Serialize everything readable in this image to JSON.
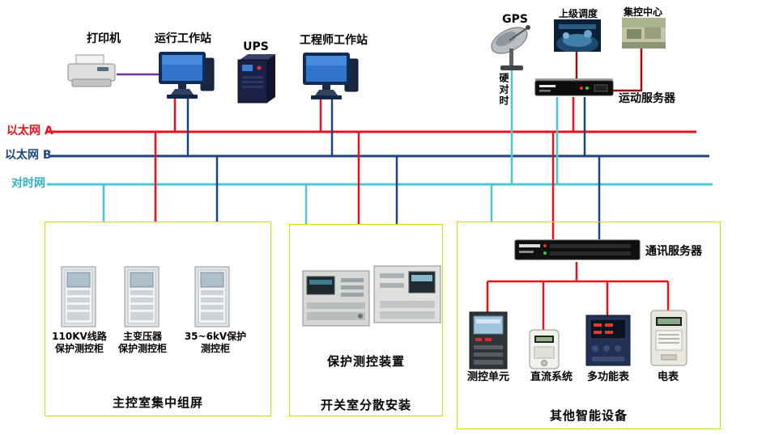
{
  "top": {
    "printer": "打印机",
    "operator_workstation": "运行工作站",
    "ups": "UPS",
    "engineer_workstation": "工程师工作站",
    "gps": "GPS",
    "superior_dispatch": "上级调度",
    "control_center": "集控中心",
    "remote_server": "运动服务器",
    "hard_time_sync": "硬对时"
  },
  "buses": {
    "ethernet_a": "以太网 A",
    "ethernet_b": "以太网 B",
    "time_sync": "对时网"
  },
  "colors": {
    "ethernet_a": "#e8111c",
    "ethernet_b": "#1c4587",
    "time_sync": "#4ec6d2",
    "printer_link": "#7030a0",
    "dispatch_link": "#a00f0f",
    "device_link": "#e8111c",
    "group_border": "#d8da00"
  },
  "groups": {
    "main_control_room": {
      "title": "主控室集中组屏",
      "cabinets": [
        {
          "line1": "110KV线路",
          "line2": "保护测控柜"
        },
        {
          "line1": "主变压器",
          "line2": "保护测控柜"
        },
        {
          "line1": "35~6kV保护",
          "line2": "测控柜"
        }
      ]
    },
    "switch_room": {
      "title": "开关室分散安装",
      "device_label": "保护测控装置"
    },
    "smart_devices": {
      "title": "其他智能设备",
      "comm_server": "通讯服务器",
      "devices": [
        "测控单元",
        "直流系统",
        "多功能表",
        "电表"
      ]
    }
  }
}
